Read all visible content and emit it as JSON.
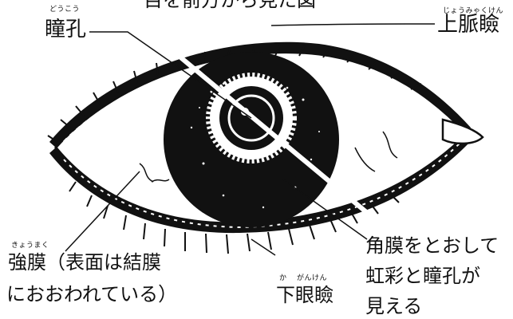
{
  "top_caption": "目を前方から見た図",
  "labels": {
    "pupil": {
      "text": "瞳孔",
      "furigana": "どうこう"
    },
    "upper_eyelid": {
      "text": "上脈瞼",
      "furigana": "じょうみゃくけん"
    },
    "sclera": {
      "lines": [
        "強膜（表面は結膜",
        "におおわれている）"
      ],
      "furigana": "きょうまく"
    },
    "lower_eyelid": {
      "text": "下眼瞼",
      "furigana_ka": "か",
      "furigana_ganken": "がんけん"
    },
    "cornea": {
      "lines": [
        "角膜をとおして",
        "虹彩と瞳孔が",
        "見える"
      ]
    }
  }
}
